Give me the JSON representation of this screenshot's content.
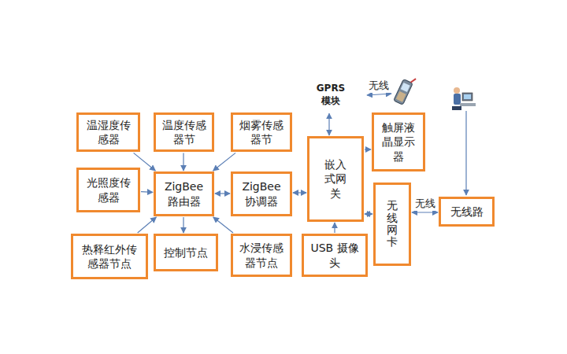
{
  "diagram": {
    "nodes": [
      {
        "text": [
          "GPRS 模块"
        ]
      },
      {
        "text": [
          "温湿度传感器"
        ]
      },
      {
        "text": [
          "温度传感器节"
        ]
      },
      {
        "text": [
          "烟雾传感器节"
        ]
      },
      {
        "text": [
          "触屏液晶显示器"
        ]
      },
      {
        "text": [
          "光照度传感器"
        ]
      },
      {
        "text": [
          "ZigBee 路由器"
        ]
      },
      {
        "text": [
          "ZigBee 协调器"
        ]
      },
      {
        "text": [
          "嵌入式网关"
        ]
      },
      {
        "text": [
          "无线网卡"
        ]
      },
      {
        "text": [
          "无线路"
        ]
      },
      {
        "text": [
          "热释红外传感器节点"
        ]
      },
      {
        "text": [
          "控制节点"
        ]
      },
      {
        "text": [
          "水浸传感器节点"
        ]
      },
      {
        "text": [
          "USB 摄像头"
        ]
      }
    ],
    "edges": [
      {
        "from": 1,
        "to": 6,
        "arrow": "to"
      },
      {
        "from": 2,
        "to": 6,
        "arrow": "to"
      },
      {
        "from": 3,
        "to": 6,
        "arrow": "to"
      },
      {
        "from": 5,
        "to": 6,
        "arrow": "to"
      },
      {
        "from": 11,
        "to": 6,
        "arrow": "to"
      },
      {
        "from": 6,
        "to": 12,
        "arrow": "to"
      },
      {
        "from": 13,
        "to": 6,
        "arrow": "to"
      },
      {
        "from": 6,
        "to": 7,
        "arrow": "both"
      },
      {
        "from": 7,
        "to": 8,
        "arrow": "both"
      },
      {
        "from": 8,
        "to": 0,
        "arrow": "both"
      },
      {
        "from": 8,
        "to": 4,
        "arrow": "to"
      },
      {
        "from": 14,
        "to": 8,
        "arrow": "to"
      },
      {
        "from": 8,
        "to": 9,
        "arrow": "both"
      },
      {
        "from": 9,
        "to": 10,
        "arrow": "both",
        "label": "无线"
      }
    ],
    "labels": [
      "无线"
    ]
  }
}
